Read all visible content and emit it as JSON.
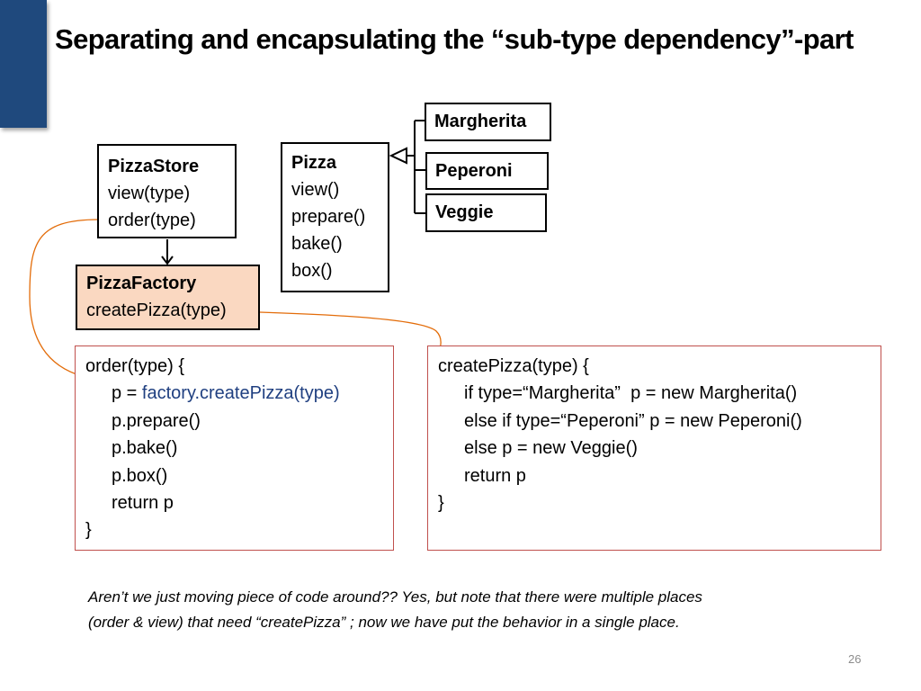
{
  "title": "Separating and encapsulating the “sub-type dependency”-part",
  "pizzastore": {
    "name": "PizzaStore",
    "methods": [
      "view(type)",
      "order(type)"
    ]
  },
  "pizza": {
    "name": "Pizza",
    "methods": [
      "view()",
      "prepare()",
      "bake()",
      "box()"
    ]
  },
  "subtypes": [
    "Margherita",
    "Peperoni",
    "Veggie"
  ],
  "factory": {
    "name": "PizzaFactory",
    "method": "createPizza(type)"
  },
  "order_code": {
    "line1": "order(type) {",
    "line2_prefix": "p = ",
    "line2_call": "factory.createPizza(type)",
    "line3": "p.prepare()",
    "line4": "p.bake()",
    "line5": "p.box()",
    "line6": "return p",
    "line7": "}"
  },
  "create_code": {
    "line1": "createPizza(type) {",
    "line2": "if type=“Margherita”  p = new Margherita()",
    "line3": "else if type=“Peperoni” p = new Peperoni()",
    "line4": "else p = new Veggie()",
    "line5": "return p",
    "line6": "}"
  },
  "note": {
    "line1": "Aren’t we just moving piece of code around??  Yes, but note that there were multiple places",
    "line2": "(order & view)  that need “createPizza” ; now we have put the behavior in a single place."
  },
  "page_number": "26",
  "colors": {
    "accent_bar": "#1f497d",
    "factory_fill": "#fad8c1",
    "connector": "#e36c09",
    "code_border": "#c0504d",
    "highlight_text": "#1f3f80"
  }
}
